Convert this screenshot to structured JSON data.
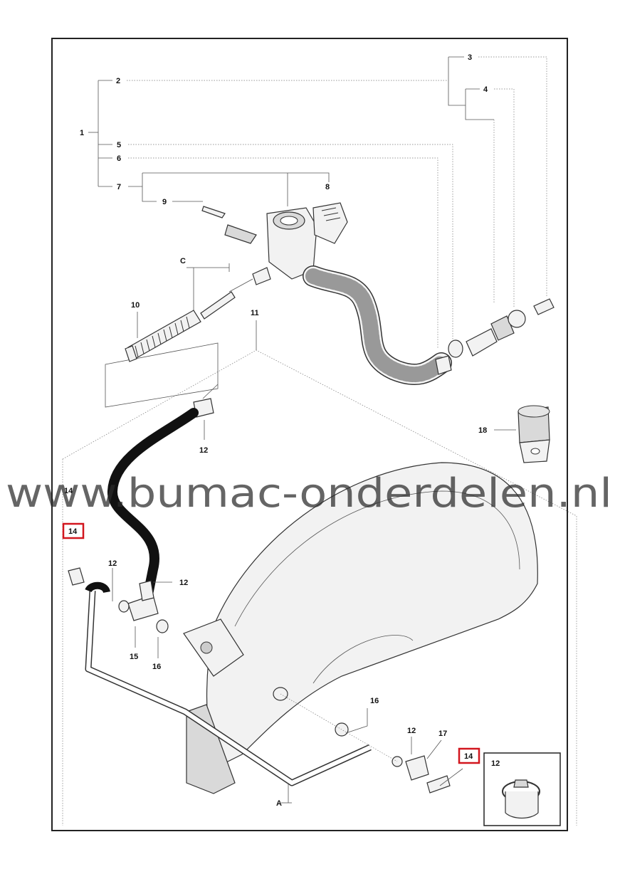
{
  "watermark": "www.bumac-onderdelen.nl",
  "colors": {
    "highlight_box": "#d2161e",
    "frame": "#222222",
    "lines": "#555555"
  },
  "labels": {
    "p1": "1",
    "p2": "2",
    "p3": "3",
    "p4": "4",
    "p5": "5",
    "p6": "6",
    "p7": "7",
    "p8": "8",
    "p9": "9",
    "p10": "10",
    "p11": "11",
    "p12_top": "12",
    "p12_mid_left": "12",
    "p12_mid_right": "12",
    "p12_bottom": "12",
    "p12_inset": "12",
    "p14_partial": "14",
    "p14_left": "14",
    "p14_right": "14",
    "p15": "15",
    "p16_left": "16",
    "p16_right": "16",
    "p17": "17",
    "p18": "18",
    "pC": "C",
    "pA": "A"
  }
}
